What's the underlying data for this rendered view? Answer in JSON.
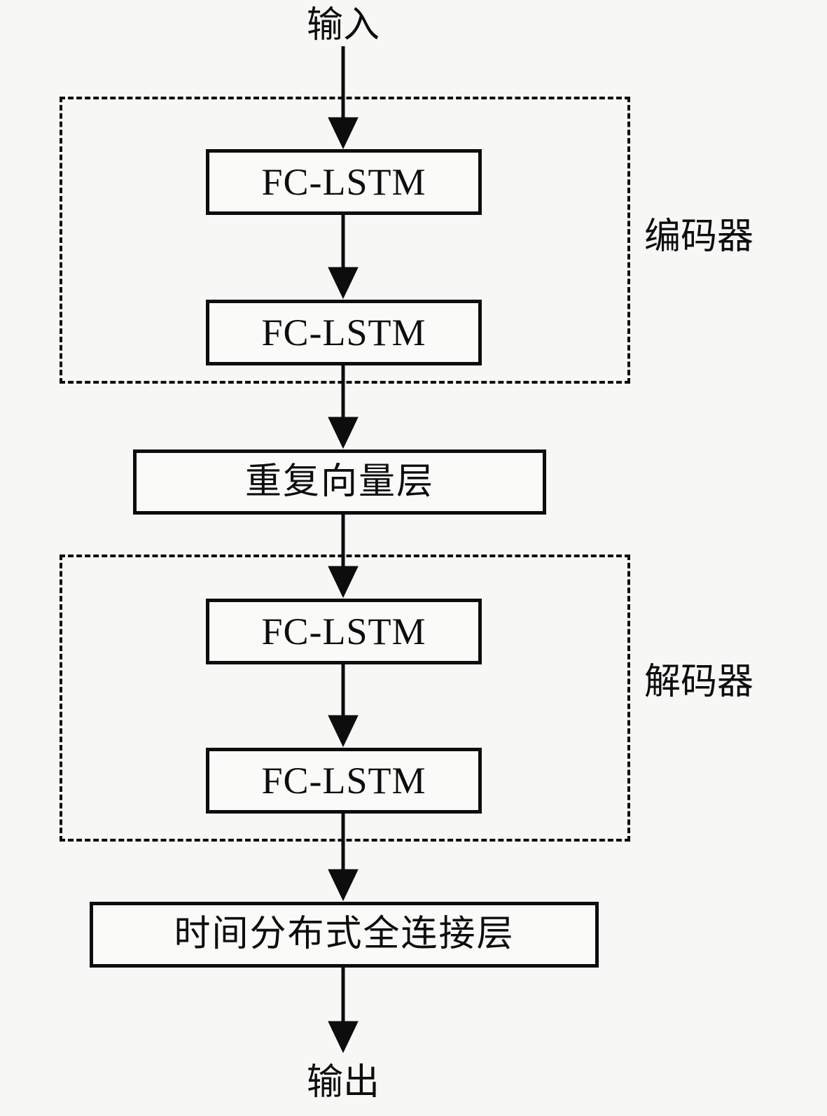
{
  "diagram": {
    "input_label": "输入",
    "encoder": {
      "label": "编码器",
      "layers": [
        "FC-LSTM",
        "FC-LSTM"
      ]
    },
    "repeat_vector_label": "重复向量层",
    "decoder": {
      "label": "解码器",
      "layers": [
        "FC-LSTM",
        "FC-LSTM"
      ]
    },
    "time_distributed_label": "时间分布式全连接层",
    "output_label": "输出",
    "colors": {
      "background": "#f7f7f6",
      "line": "#0d0d0d",
      "box_fill": "#fafaf9"
    }
  }
}
